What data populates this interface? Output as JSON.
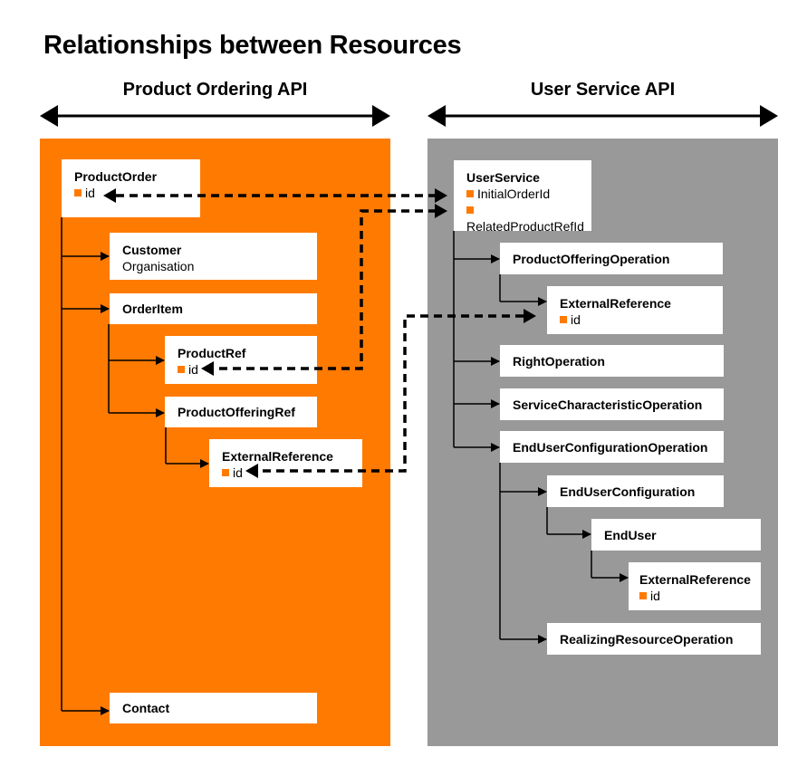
{
  "title": "Relationships between Resources",
  "apis": {
    "left": {
      "label": "Product Ordering API",
      "color": "#ff7a00"
    },
    "right": {
      "label": "User Service API",
      "color": "#999999"
    }
  },
  "left_tree": {
    "product_order": {
      "name": "ProductOrder",
      "attrs": [
        "id"
      ]
    },
    "customer": {
      "name": "Customer",
      "sub": "Organisation"
    },
    "order_item": {
      "name": "OrderItem"
    },
    "product_ref": {
      "name": "ProductRef",
      "attrs": [
        "id"
      ]
    },
    "product_offering_ref": {
      "name": "ProductOfferingRef"
    },
    "external_reference": {
      "name": "ExternalReference",
      "attrs": [
        "id"
      ]
    },
    "contact": {
      "name": "Contact"
    }
  },
  "right_tree": {
    "user_service": {
      "name": "UserService",
      "attrs": [
        "InitialOrderId",
        "RelatedProductRefId"
      ]
    },
    "product_offering_operation": {
      "name": "ProductOfferingOperation"
    },
    "external_reference_1": {
      "name": "ExternalReference",
      "attrs": [
        "id"
      ]
    },
    "right_operation": {
      "name": "RightOperation"
    },
    "service_characteristic_operation": {
      "name": "ServiceCharacteristicOperation"
    },
    "end_user_configuration_operation": {
      "name": "EndUserConfigurationOperation"
    },
    "end_user_configuration": {
      "name": "EndUserConfiguration"
    },
    "end_user": {
      "name": "EndUser"
    },
    "external_reference_2": {
      "name": "ExternalReference",
      "attrs": [
        "id"
      ]
    },
    "realizing_resource_operation": {
      "name": "RealizingResourceOperation"
    }
  },
  "relationships": [
    {
      "from": "UserService.InitialOrderId",
      "to": "ProductOrder.id",
      "style": "dashed"
    },
    {
      "from": "UserService.RelatedProductRefId",
      "to": "ProductRef.id",
      "style": "dashed"
    },
    {
      "from": "ProductOfferingOperation.ExternalReference.id",
      "to": "ProductOfferingRef.ExternalReference.id",
      "style": "dashed"
    }
  ],
  "accent_color": "#ff7a00"
}
